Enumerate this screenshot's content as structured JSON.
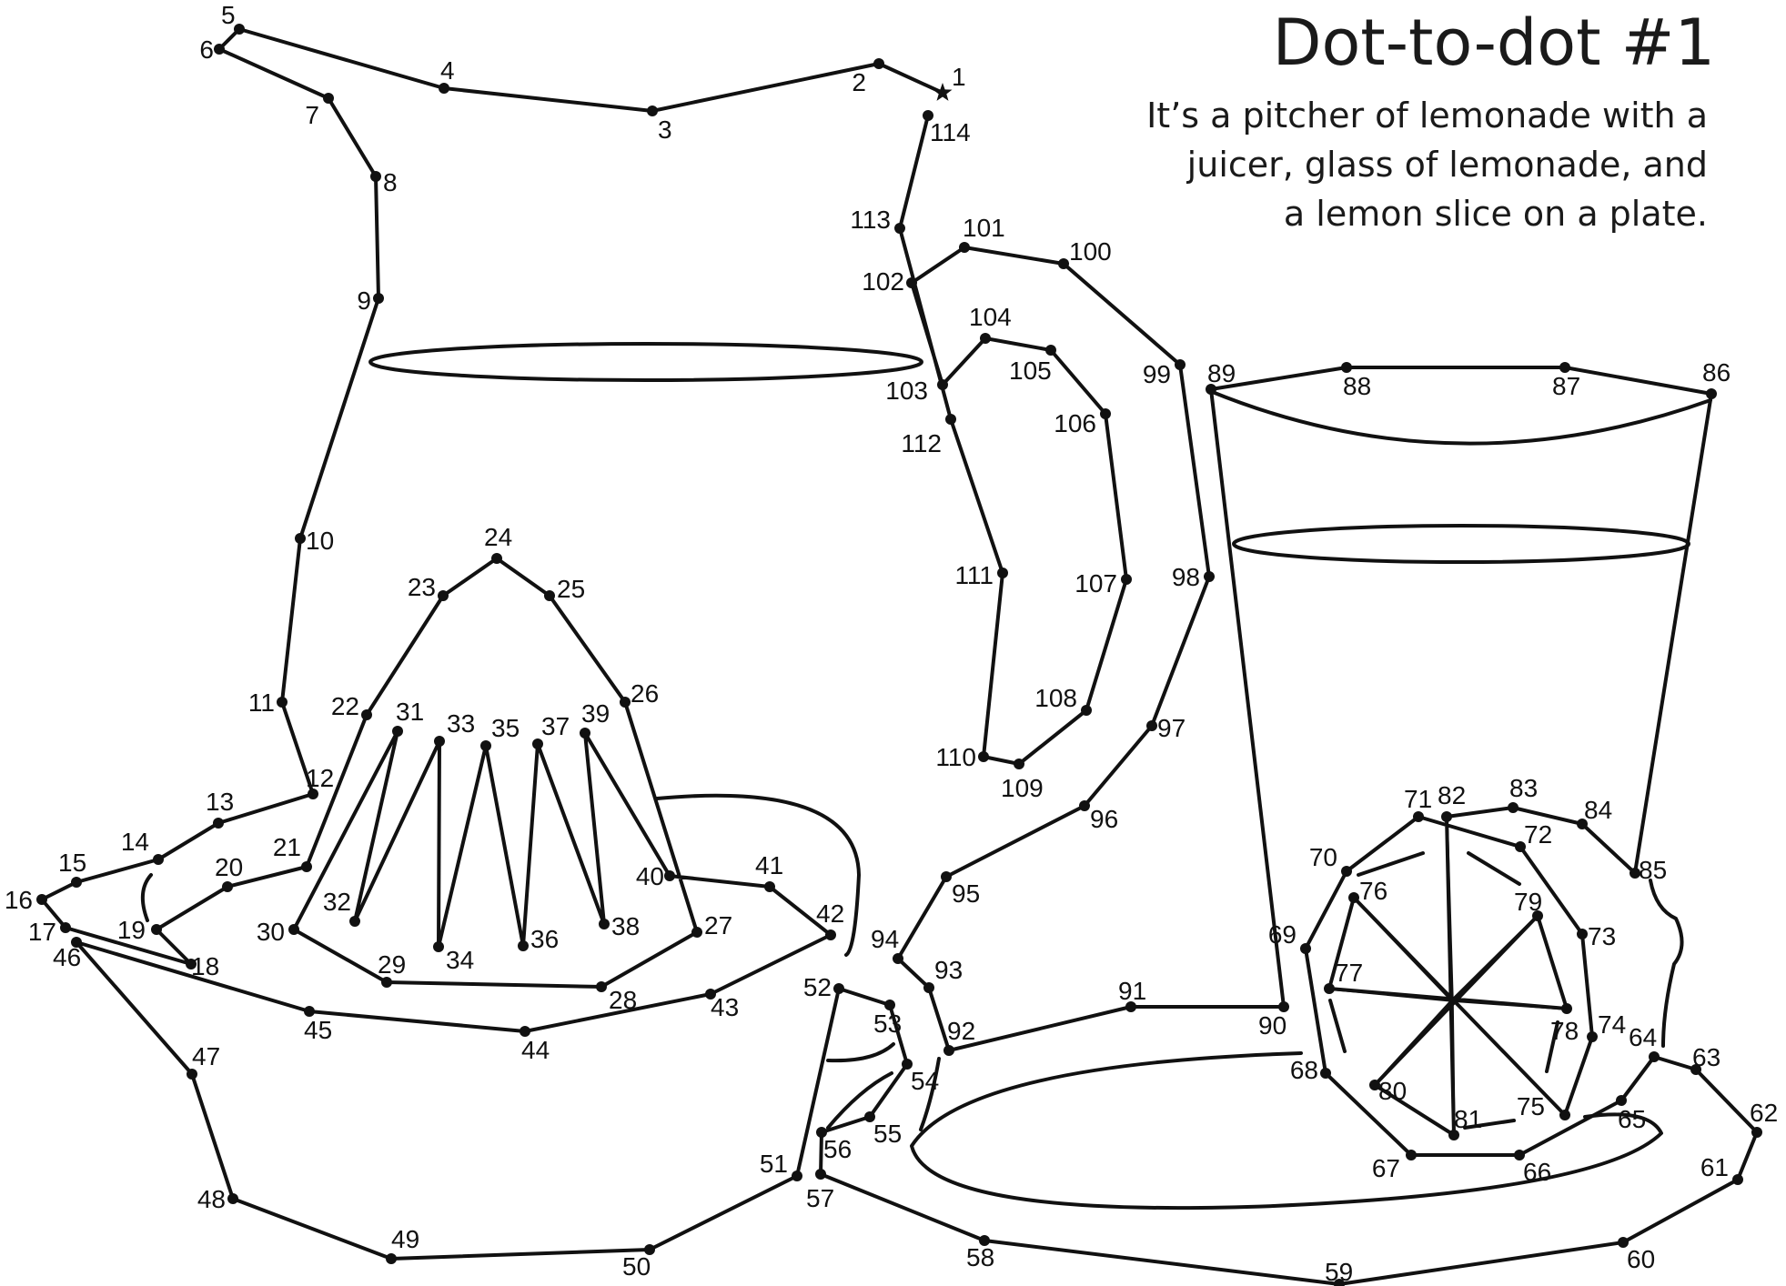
{
  "header": {
    "title": "Dot-to-dot #1",
    "subtitle_lines": [
      "It’s a pitcher of lemonade with a",
      "juicer, glass of lemonade, and",
      "a lemon slice on a plate."
    ]
  },
  "start_marker": "star-icon",
  "colors": {
    "ink": "#111111"
  },
  "dots": [
    {
      "n": "1"
    },
    {
      "n": "2"
    },
    {
      "n": "3"
    },
    {
      "n": "4"
    },
    {
      "n": "5"
    },
    {
      "n": "6"
    },
    {
      "n": "7"
    },
    {
      "n": "8"
    },
    {
      "n": "9"
    },
    {
      "n": "10"
    },
    {
      "n": "11"
    },
    {
      "n": "12"
    },
    {
      "n": "13"
    },
    {
      "n": "14"
    },
    {
      "n": "15"
    },
    {
      "n": "16"
    },
    {
      "n": "17"
    },
    {
      "n": "18"
    },
    {
      "n": "19"
    },
    {
      "n": "20"
    },
    {
      "n": "21"
    },
    {
      "n": "22"
    },
    {
      "n": "23"
    },
    {
      "n": "24"
    },
    {
      "n": "25"
    },
    {
      "n": "26"
    },
    {
      "n": "27"
    },
    {
      "n": "28"
    },
    {
      "n": "29"
    },
    {
      "n": "30"
    },
    {
      "n": "31"
    },
    {
      "n": "32"
    },
    {
      "n": "33"
    },
    {
      "n": "34"
    },
    {
      "n": "35"
    },
    {
      "n": "36"
    },
    {
      "n": "37"
    },
    {
      "n": "38"
    },
    {
      "n": "39"
    },
    {
      "n": "40"
    },
    {
      "n": "41"
    },
    {
      "n": "42"
    },
    {
      "n": "43"
    },
    {
      "n": "44"
    },
    {
      "n": "45"
    },
    {
      "n": "46"
    },
    {
      "n": "47"
    },
    {
      "n": "48"
    },
    {
      "n": "49"
    },
    {
      "n": "50"
    },
    {
      "n": "51"
    },
    {
      "n": "52"
    },
    {
      "n": "53"
    },
    {
      "n": "54"
    },
    {
      "n": "55"
    },
    {
      "n": "56"
    },
    {
      "n": "57"
    },
    {
      "n": "58"
    },
    {
      "n": "59"
    },
    {
      "n": "60"
    },
    {
      "n": "61"
    },
    {
      "n": "62"
    },
    {
      "n": "63"
    },
    {
      "n": "64"
    },
    {
      "n": "65"
    },
    {
      "n": "66"
    },
    {
      "n": "67"
    },
    {
      "n": "68"
    },
    {
      "n": "69"
    },
    {
      "n": "70"
    },
    {
      "n": "71"
    },
    {
      "n": "72"
    },
    {
      "n": "73"
    },
    {
      "n": "74"
    },
    {
      "n": "75"
    },
    {
      "n": "76"
    },
    {
      "n": "77"
    },
    {
      "n": "78"
    },
    {
      "n": "79"
    },
    {
      "n": "80"
    },
    {
      "n": "81"
    },
    {
      "n": "82"
    },
    {
      "n": "83"
    },
    {
      "n": "84"
    },
    {
      "n": "85"
    },
    {
      "n": "86"
    },
    {
      "n": "87"
    },
    {
      "n": "88"
    },
    {
      "n": "89"
    },
    {
      "n": "90"
    },
    {
      "n": "91"
    },
    {
      "n": "92"
    },
    {
      "n": "93"
    },
    {
      "n": "94"
    },
    {
      "n": "95"
    },
    {
      "n": "96"
    },
    {
      "n": "97"
    },
    {
      "n": "98"
    },
    {
      "n": "99"
    },
    {
      "n": "100"
    },
    {
      "n": "101"
    },
    {
      "n": "102"
    },
    {
      "n": "103"
    },
    {
      "n": "104"
    },
    {
      "n": "105"
    },
    {
      "n": "106"
    },
    {
      "n": "107"
    },
    {
      "n": "108"
    },
    {
      "n": "109"
    },
    {
      "n": "110"
    },
    {
      "n": "111"
    },
    {
      "n": "112"
    },
    {
      "n": "113"
    },
    {
      "n": "114"
    }
  ]
}
